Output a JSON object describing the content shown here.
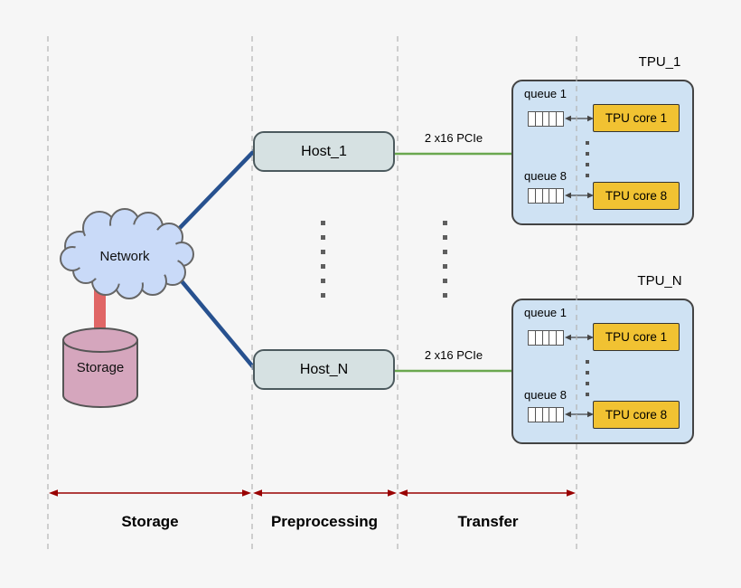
{
  "colors": {
    "background": "#f6f6f6",
    "cloud_fill": "#c9daf8",
    "cloud_stroke": "#666666",
    "storage_cylinder_fill": "#d5a6bd",
    "host_fill": "#d6e1e2",
    "tpu_fill": "#cfe2f3",
    "core_fill": "#f1c232",
    "network_link": "#27518f",
    "pcie_link": "#6aa84f",
    "storage_link": "#e06666",
    "stage_arrow": "#990000",
    "guide_line": "#b3b3b3"
  },
  "cloud": {
    "label": "Network"
  },
  "storage_db": {
    "label": "Storage"
  },
  "hosts": [
    {
      "label": "Host_1"
    },
    {
      "label": "Host_N"
    }
  ],
  "pcie": {
    "label": "2 x16 PCIe"
  },
  "tpus": [
    {
      "title": "TPU_1",
      "queues": [
        "queue 1",
        "queue 8"
      ],
      "cores": [
        "TPU core 1",
        "TPU core 8"
      ]
    },
    {
      "title": "TPU_N",
      "queues": [
        "queue 1",
        "queue 8"
      ],
      "cores": [
        "TPU core 1",
        "TPU core 8"
      ]
    }
  ],
  "stages": [
    {
      "label": "Storage"
    },
    {
      "label": "Preprocessing"
    },
    {
      "label": "Transfer"
    }
  ]
}
